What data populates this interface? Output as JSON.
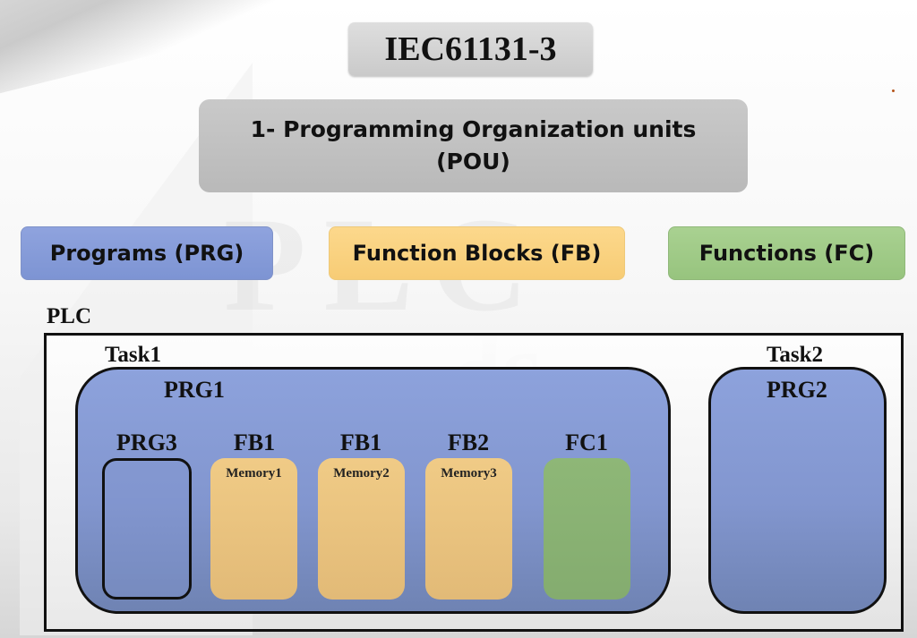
{
  "title": "IEC61131-3",
  "pou": {
    "line1": "1- Programming Organization units",
    "line2": "(POU)"
  },
  "categories": [
    {
      "label": "Programs (PRG)",
      "color": "#8A9FDB"
    },
    {
      "label": "Function Blocks (FB)",
      "color": "#FAD283"
    },
    {
      "label": "Functions (FC)",
      "color": "#A2CC8A"
    }
  ],
  "plc": {
    "label": "PLC",
    "tasks": [
      {
        "label": "Task1",
        "program": "PRG1",
        "children": [
          {
            "label": "PRG3",
            "type": "program",
            "inner": ""
          },
          {
            "label": "FB1",
            "type": "function-block",
            "inner": "Memory1"
          },
          {
            "label": "FB1",
            "type": "function-block",
            "inner": "Memory2"
          },
          {
            "label": "FB2",
            "type": "function-block",
            "inner": "Memory3"
          },
          {
            "label": "FC1",
            "type": "function",
            "inner": ""
          }
        ]
      },
      {
        "label": "Task2",
        "program": "PRG2",
        "children": []
      }
    ]
  },
  "watermark": {
    "line1": "PLC",
    "line2": "goods"
  }
}
